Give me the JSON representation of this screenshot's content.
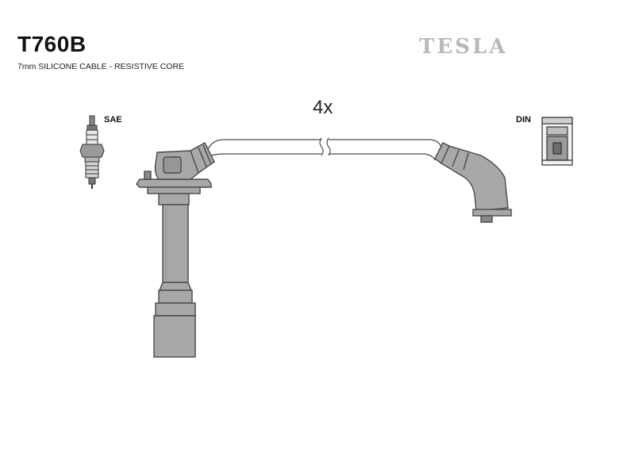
{
  "header": {
    "model": "T760B",
    "subtitle": "7mm SILICONE CABLE - RESISTIVE CORE",
    "brand": "TESLA"
  },
  "diagram": {
    "quantity": "4x",
    "plug_standard_left": "SAE",
    "plug_standard_right": "DIN"
  },
  "colors": {
    "part_fill": "#a8a8a8",
    "part_stroke": "#4a4a4a",
    "brand": "#b9b9b9"
  }
}
